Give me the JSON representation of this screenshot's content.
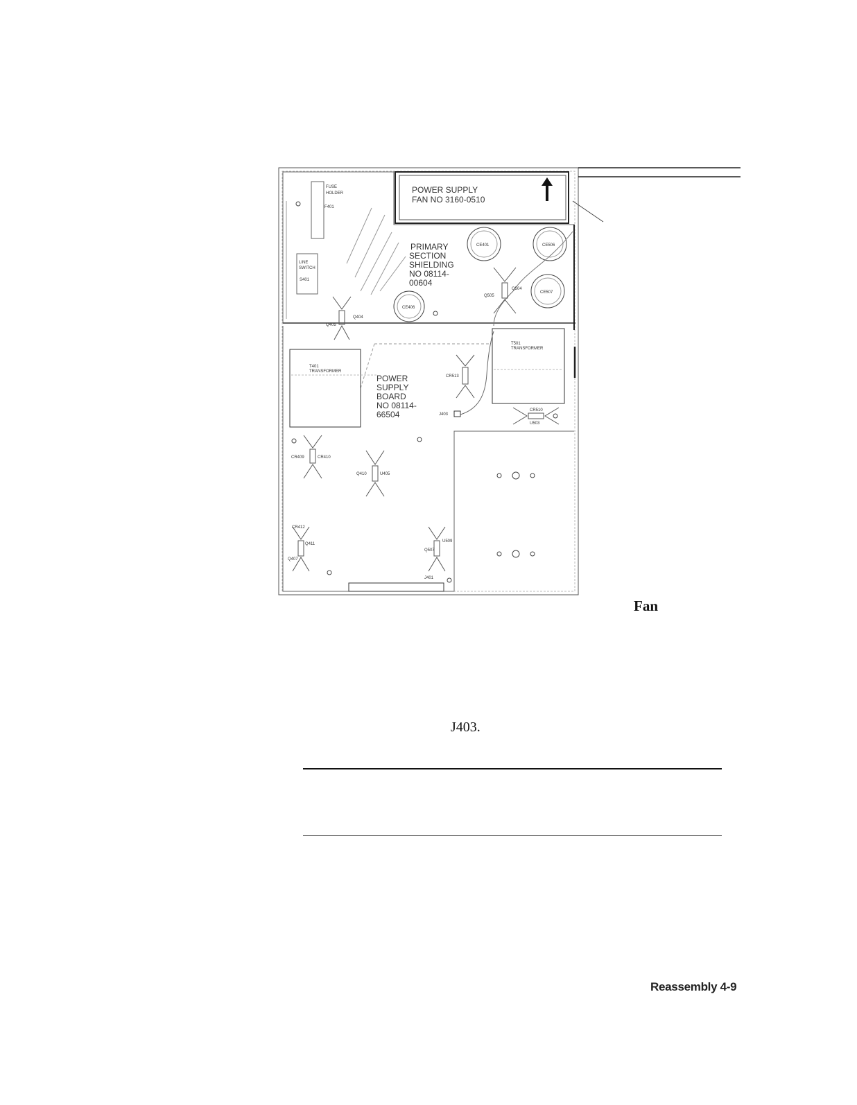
{
  "board": {
    "fan_label_line1": "POWER SUPPLY",
    "fan_label_line2": "FAN NO 3160-0510",
    "fuse_holder_line1": "FUSE",
    "fuse_holder_line2": "HOLDER",
    "fuse_ref": "F401",
    "line_switch_line1": "LINE",
    "line_switch_line2": "SWITCH",
    "line_switch_ref": "S401",
    "shielding_line1": "PRIMARY",
    "shielding_line2": "SECTION",
    "shielding_line3": "SHIELDING",
    "shielding_line4": "NO 08114-",
    "shielding_line5": "00604",
    "board_line1": "POWER",
    "board_line2": "SUPPLY",
    "board_line3": "BOARD",
    "board_line4": "NO 08114-",
    "board_line5": "66504",
    "t401_ref": "T401",
    "t401_name": "TRANSFORMER",
    "t501_ref": "T501",
    "t501_name": "TRANSFORMER",
    "ce401": "CE401",
    "ce506": "CE506",
    "ce507": "CE507",
    "ce406": "CE406",
    "q504": "Q504",
    "q505": "Q505",
    "q404": "Q404",
    "q405": "Q405",
    "cr513": "CR513",
    "j403": "J403",
    "cr510": "CR510",
    "u503": "U503",
    "cr409": "CR409",
    "cr410": "CR410",
    "q410": "Q410",
    "u405": "U405",
    "cr412": "CR412",
    "q411": "Q411",
    "q407": "Q407",
    "q507": "Q507",
    "u509": "U509",
    "j401": "J401"
  },
  "page": {
    "fan_callout": "Fan",
    "connector_ref": "J403.",
    "footer": "Reassembly 4-9"
  }
}
